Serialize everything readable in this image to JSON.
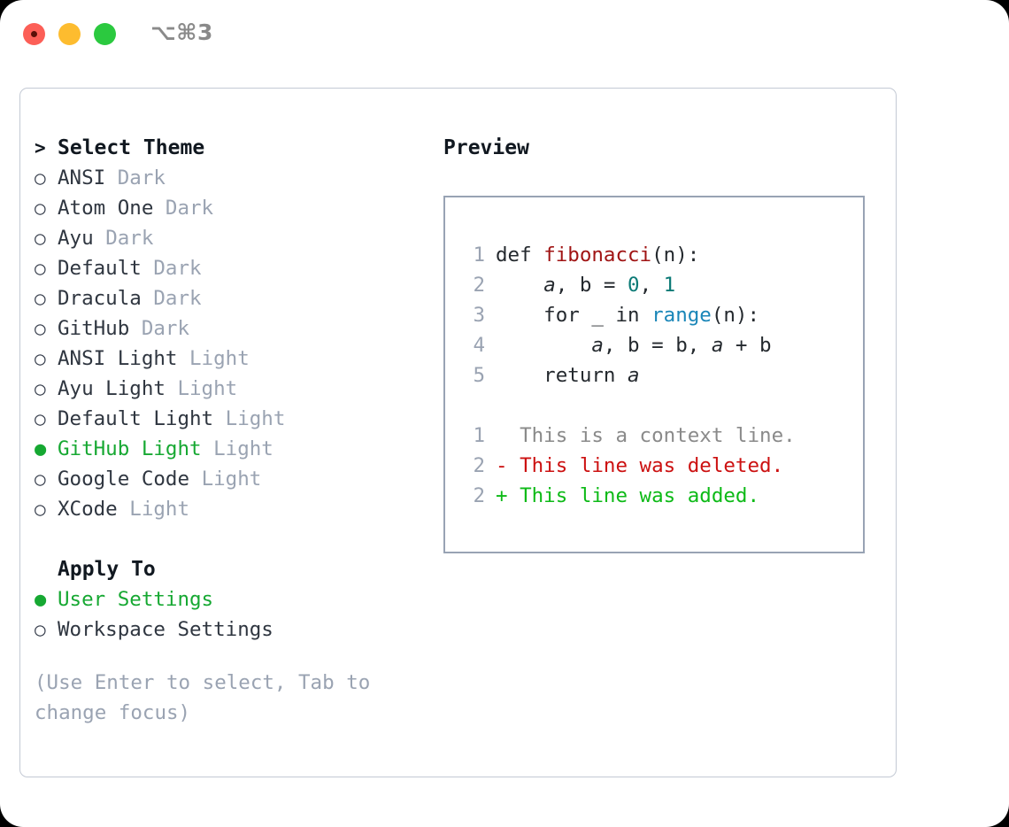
{
  "titlebar": {
    "shortcut": "⌥⌘3",
    "buttons": [
      {
        "name": "close",
        "color": "#fc5f57"
      },
      {
        "name": "minimize",
        "color": "#fdbc2f"
      },
      {
        "name": "maximize",
        "color": "#2bc93f"
      }
    ]
  },
  "theme_list": {
    "header_marker": ">",
    "header": "Select Theme",
    "unselected_marker": "○",
    "selected_marker": "●",
    "items": [
      {
        "marker": "○",
        "label": "ANSI",
        "variant": "Dark",
        "selected": false
      },
      {
        "marker": "○",
        "label": "Atom One",
        "variant": "Dark",
        "selected": false
      },
      {
        "marker": "○",
        "label": "Ayu",
        "variant": "Dark",
        "selected": false
      },
      {
        "marker": "○",
        "label": "Default",
        "variant": "Dark",
        "selected": false
      },
      {
        "marker": "○",
        "label": "Dracula",
        "variant": "Dark",
        "selected": false
      },
      {
        "marker": "○",
        "label": "GitHub",
        "variant": "Dark",
        "selected": false
      },
      {
        "marker": "○",
        "label": "ANSI Light",
        "variant": "Light",
        "selected": false
      },
      {
        "marker": "○",
        "label": "Ayu Light",
        "variant": "Light",
        "selected": false
      },
      {
        "marker": "○",
        "label": "Default Light",
        "variant": "Light",
        "selected": false
      },
      {
        "marker": "●",
        "label": "GitHub Light",
        "variant": "Light",
        "selected": true
      },
      {
        "marker": "○",
        "label": "Google Code",
        "variant": "Light",
        "selected": false
      },
      {
        "marker": "○",
        "label": "XCode",
        "variant": "Light",
        "selected": false
      }
    ]
  },
  "apply_to": {
    "title": "Apply To",
    "items": [
      {
        "marker": "●",
        "label": "User Settings",
        "selected": true
      },
      {
        "marker": "○",
        "label": "Workspace Settings",
        "selected": false
      }
    ]
  },
  "hint": "(Use Enter to select, Tab to change focus)",
  "preview": {
    "title": "Preview",
    "code_lines": [
      {
        "num": "1",
        "tokens": [
          {
            "text": "def ",
            "cls": "tok-kw"
          },
          {
            "text": "fibonacci",
            "cls": "tok-fn"
          },
          {
            "text": "(n):",
            "cls": "tok-plain"
          }
        ]
      },
      {
        "num": "2",
        "tokens": [
          {
            "text": "    ",
            "cls": "tok-plain"
          },
          {
            "text": "a",
            "cls": "tok-var"
          },
          {
            "text": ", b = ",
            "cls": "tok-plain"
          },
          {
            "text": "0",
            "cls": "tok-num"
          },
          {
            "text": ", ",
            "cls": "tok-plain"
          },
          {
            "text": "1",
            "cls": "tok-num"
          }
        ]
      },
      {
        "num": "3",
        "tokens": [
          {
            "text": "    for _ in ",
            "cls": "tok-plain"
          },
          {
            "text": "range",
            "cls": "tok-builtin"
          },
          {
            "text": "(n):",
            "cls": "tok-plain"
          }
        ]
      },
      {
        "num": "4",
        "tokens": [
          {
            "text": "        ",
            "cls": "tok-plain"
          },
          {
            "text": "a",
            "cls": "tok-var"
          },
          {
            "text": ", b = b, ",
            "cls": "tok-plain"
          },
          {
            "text": "a",
            "cls": "tok-var"
          },
          {
            "text": " + b",
            "cls": "tok-plain"
          }
        ]
      },
      {
        "num": "5",
        "tokens": [
          {
            "text": "    return ",
            "cls": "tok-plain"
          },
          {
            "text": "a",
            "cls": "tok-var"
          }
        ]
      }
    ],
    "diff_lines": [
      {
        "num": "1",
        "prefix": "  ",
        "text": "This is a context line.",
        "cls": "diff-ctx"
      },
      {
        "num": "2",
        "prefix": "- ",
        "text": "This line was deleted.",
        "cls": "diff-del"
      },
      {
        "num": "2",
        "prefix": "+ ",
        "text": "This line was added.",
        "cls": "diff-add"
      }
    ]
  },
  "colors": {
    "accent_green": "#16a832",
    "muted": "#9aa3b2",
    "text": "#2f3640",
    "panel_border": "#c3c9d4",
    "preview_border": "#98a3b4",
    "fn_red": "#a01414",
    "num_teal": "#0b7a76",
    "builtin_blue": "#1a86b8",
    "diff_del": "#cc1111",
    "diff_add": "#0dba17"
  }
}
